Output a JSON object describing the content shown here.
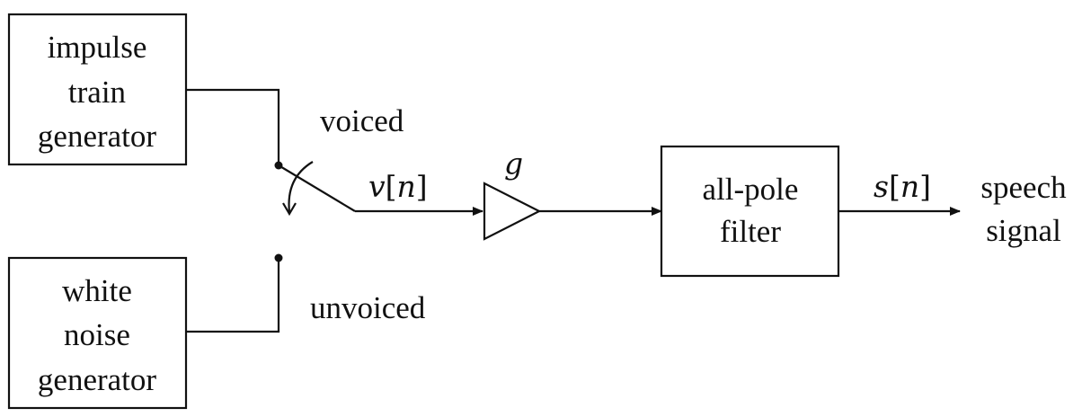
{
  "blocks": {
    "impulse": {
      "lines": [
        "impulse",
        "train",
        "generator"
      ]
    },
    "noise": {
      "lines": [
        "white",
        "noise",
        "generator"
      ]
    },
    "filter": {
      "lines": [
        "all-pole",
        "filter"
      ]
    }
  },
  "switch": {
    "voiced_label": "voiced",
    "unvoiced_label": "unvoiced"
  },
  "signals": {
    "excitation": {
      "name": "v",
      "index": "n"
    },
    "output": {
      "name": "s",
      "index": "n"
    }
  },
  "gain": {
    "symbol": "g"
  },
  "output_label": {
    "lines": [
      "speech",
      "signal"
    ]
  }
}
